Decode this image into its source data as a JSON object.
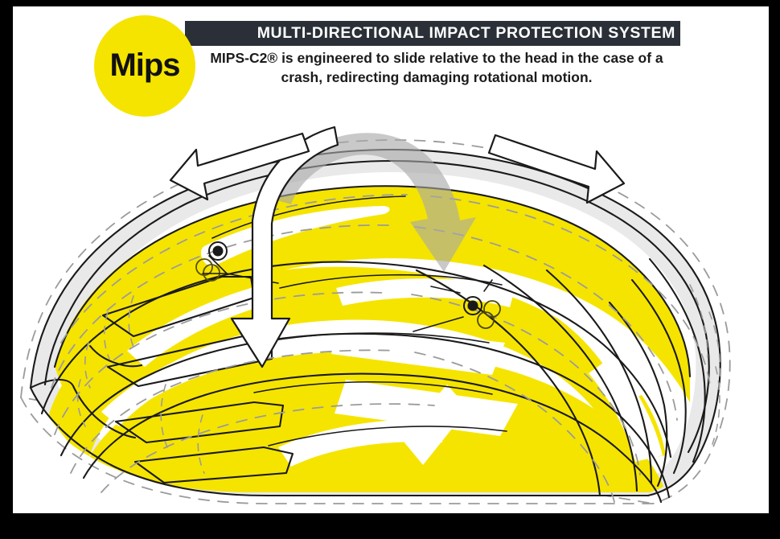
{
  "brand": {
    "logo_text": "Mips",
    "logo_color": "#f5e400",
    "logo_text_color": "#111111"
  },
  "header": {
    "title": "MULTI-DIRECTIONAL IMPACT PROTECTION SYSTEM",
    "title_bar_color": "#2b3038",
    "title_text_color": "#ffffff",
    "subtitle": "MIPS-C2® is engineered to slide relative to the head in the case of a crash, redirecting damaging rotational motion.",
    "subtitle_color": "#1b1b1b"
  },
  "illustration": {
    "alt": "Cutaway side view of a bicycle helmet showing the yellow MIPS low-friction liner between the helmet shell and the head, with arrows indicating multi-directional sliding and rotational motion",
    "colors": {
      "mips_liner_yellow": "#f5e400",
      "shell_gray": "#e8e8e8",
      "outline_black": "#1a1a1a",
      "dashed_gray": "#9a9a9a",
      "rotation_arrow_gray": "#b5b5b5",
      "background_white": "#ffffff",
      "frame_black": "#000000"
    },
    "annotations": {
      "left_slide_arrow": "slide-left",
      "right_slide_arrow": "slide-right",
      "rotation_arrow": "rotational-motion",
      "downward_arrow": "impact-force-down",
      "front_anchor": "mips-attachment-anchor-front",
      "rear_anchor": "mips-attachment-anchor-rear"
    }
  }
}
